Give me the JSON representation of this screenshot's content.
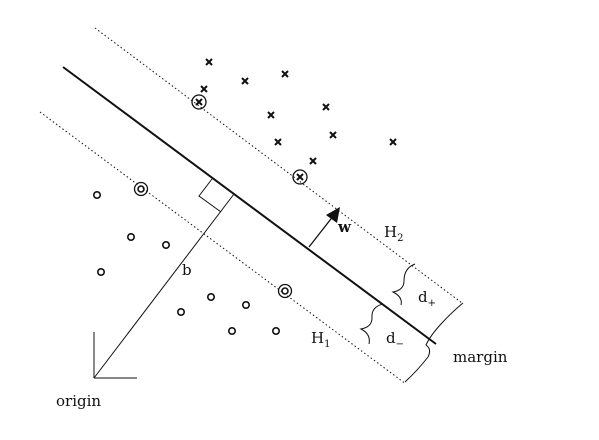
{
  "labels": {
    "w": "w",
    "b": "b",
    "H2": "H",
    "H2_sub": "2",
    "H1": "H",
    "H1_sub": "1",
    "d_plus": "d",
    "d_plus_sub": "+",
    "d_minus": "d",
    "d_minus_sub": "−",
    "margin": "margin",
    "origin": "origin"
  },
  "colors": {
    "ink": "#111111",
    "background": "#ffffff"
  },
  "icons": {
    "cross": "cross-marker",
    "circle": "circle-marker",
    "support": "support-vector-marker"
  }
}
